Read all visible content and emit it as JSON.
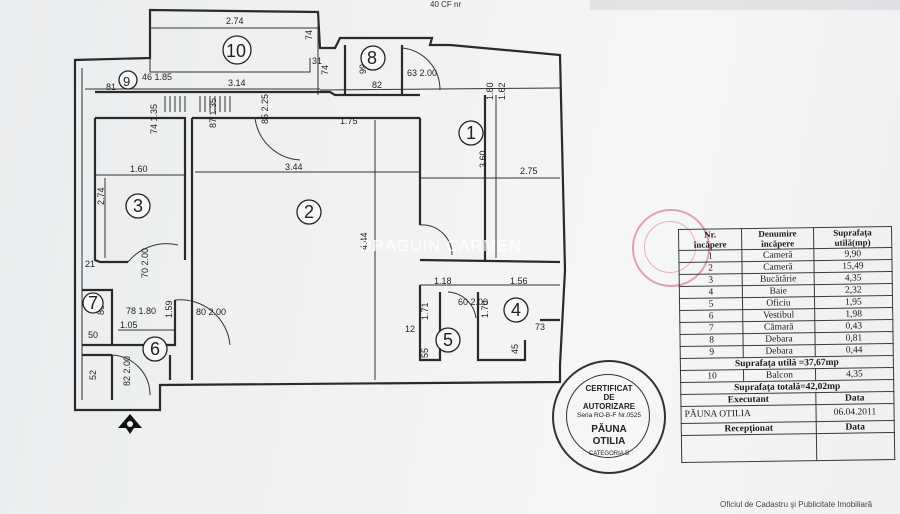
{
  "watermark": "DRAGUIN CARMEN",
  "header_fragment": "40     CF nr",
  "rooms": [
    {
      "num": "1"
    },
    {
      "num": "2"
    },
    {
      "num": "3"
    },
    {
      "num": "4"
    },
    {
      "num": "5"
    },
    {
      "num": "6"
    },
    {
      "num": "7"
    },
    {
      "num": "8"
    },
    {
      "num": "9"
    },
    {
      "num": "10"
    }
  ],
  "dims": {
    "d_274_top": "2.74",
    "d_314": "3.14",
    "d_175": "1.75",
    "d_160": "1.60",
    "d_344": "3.44",
    "d_275": "2.75",
    "d_118": "1.18",
    "d_156": "1.56",
    "d_105": "1.05",
    "d_444": "4.44",
    "d_360": "3.60",
    "d_274_left": "2.74",
    "d_180": "1.80",
    "d_162": "1.62",
    "d_171": "1.71",
    "d_170_a": "1.70",
    "d_159": "1.59",
    "d_82": "82",
    "d_63_200": "63\n2.00",
    "d_99": "99",
    "d_74a": "74",
    "d_74b": "74",
    "d_31": "31",
    "d_46_185": "46\n1.85",
    "d_81": "81",
    "d_87_135": "87\n1.35",
    "d_85_225": "85\n2.25",
    "d_74_135": "74\n1.35",
    "d_70_200": "70\n2.00",
    "d_21": "21",
    "d_78_180": "78\n1.80",
    "d_86": "86",
    "d_50": "50",
    "d_80_200": "80\n2.00",
    "d_60_200": "60\n2.00",
    "d_73": "73",
    "d_45": "45",
    "d_55": "55",
    "d_12": "12",
    "d_52": "52",
    "d_82_200": "82\n2.00"
  },
  "table": {
    "headers": [
      "Nr.\nîncăpere",
      "Denumire\nîncăpere",
      "Suprafaţa\nutilă(mp)"
    ],
    "rows": [
      {
        "nr": "1",
        "name": "Cameră",
        "area": "9,90"
      },
      {
        "nr": "2",
        "name": "Cameră",
        "area": "15,49"
      },
      {
        "nr": "3",
        "name": "Bucătărie",
        "area": "4,35"
      },
      {
        "nr": "4",
        "name": "Baie",
        "area": "2,32"
      },
      {
        "nr": "5",
        "name": "Oficiu",
        "area": "1,95"
      },
      {
        "nr": "6",
        "name": "Vestibul",
        "area": "1,98"
      },
      {
        "nr": "7",
        "name": "Cămară",
        "area": "0,43"
      },
      {
        "nr": "8",
        "name": "Debara",
        "area": "0,81"
      },
      {
        "nr": "9",
        "name": "Debara",
        "area": "0,44"
      }
    ],
    "sum_useful": "Suprafaţa utilă =37,67mp",
    "balcony": {
      "nr": "10",
      "name": "Balcon",
      "area": "4,35"
    },
    "sum_total": "Suprafaţa totală=42,02mp",
    "executant_label": "Executant",
    "data_label": "Data",
    "executant_name": "PĂUNA OTILIA",
    "executant_date": "06.04.2011",
    "receptionat_label": "Recepţionat",
    "data_label2": "Data"
  },
  "stamp": {
    "line1": "CERTIFICAT",
    "line2": "DE",
    "line3": "AUTORIZARE",
    "line4": "Seria RO-B-F Nr.0525",
    "line5": "PĂUNA",
    "line6": "OTILIA",
    "line7": "CATEGORIA B"
  },
  "footer_note": "Oficiul de Cadastru şi Publicitate Imobiliară"
}
